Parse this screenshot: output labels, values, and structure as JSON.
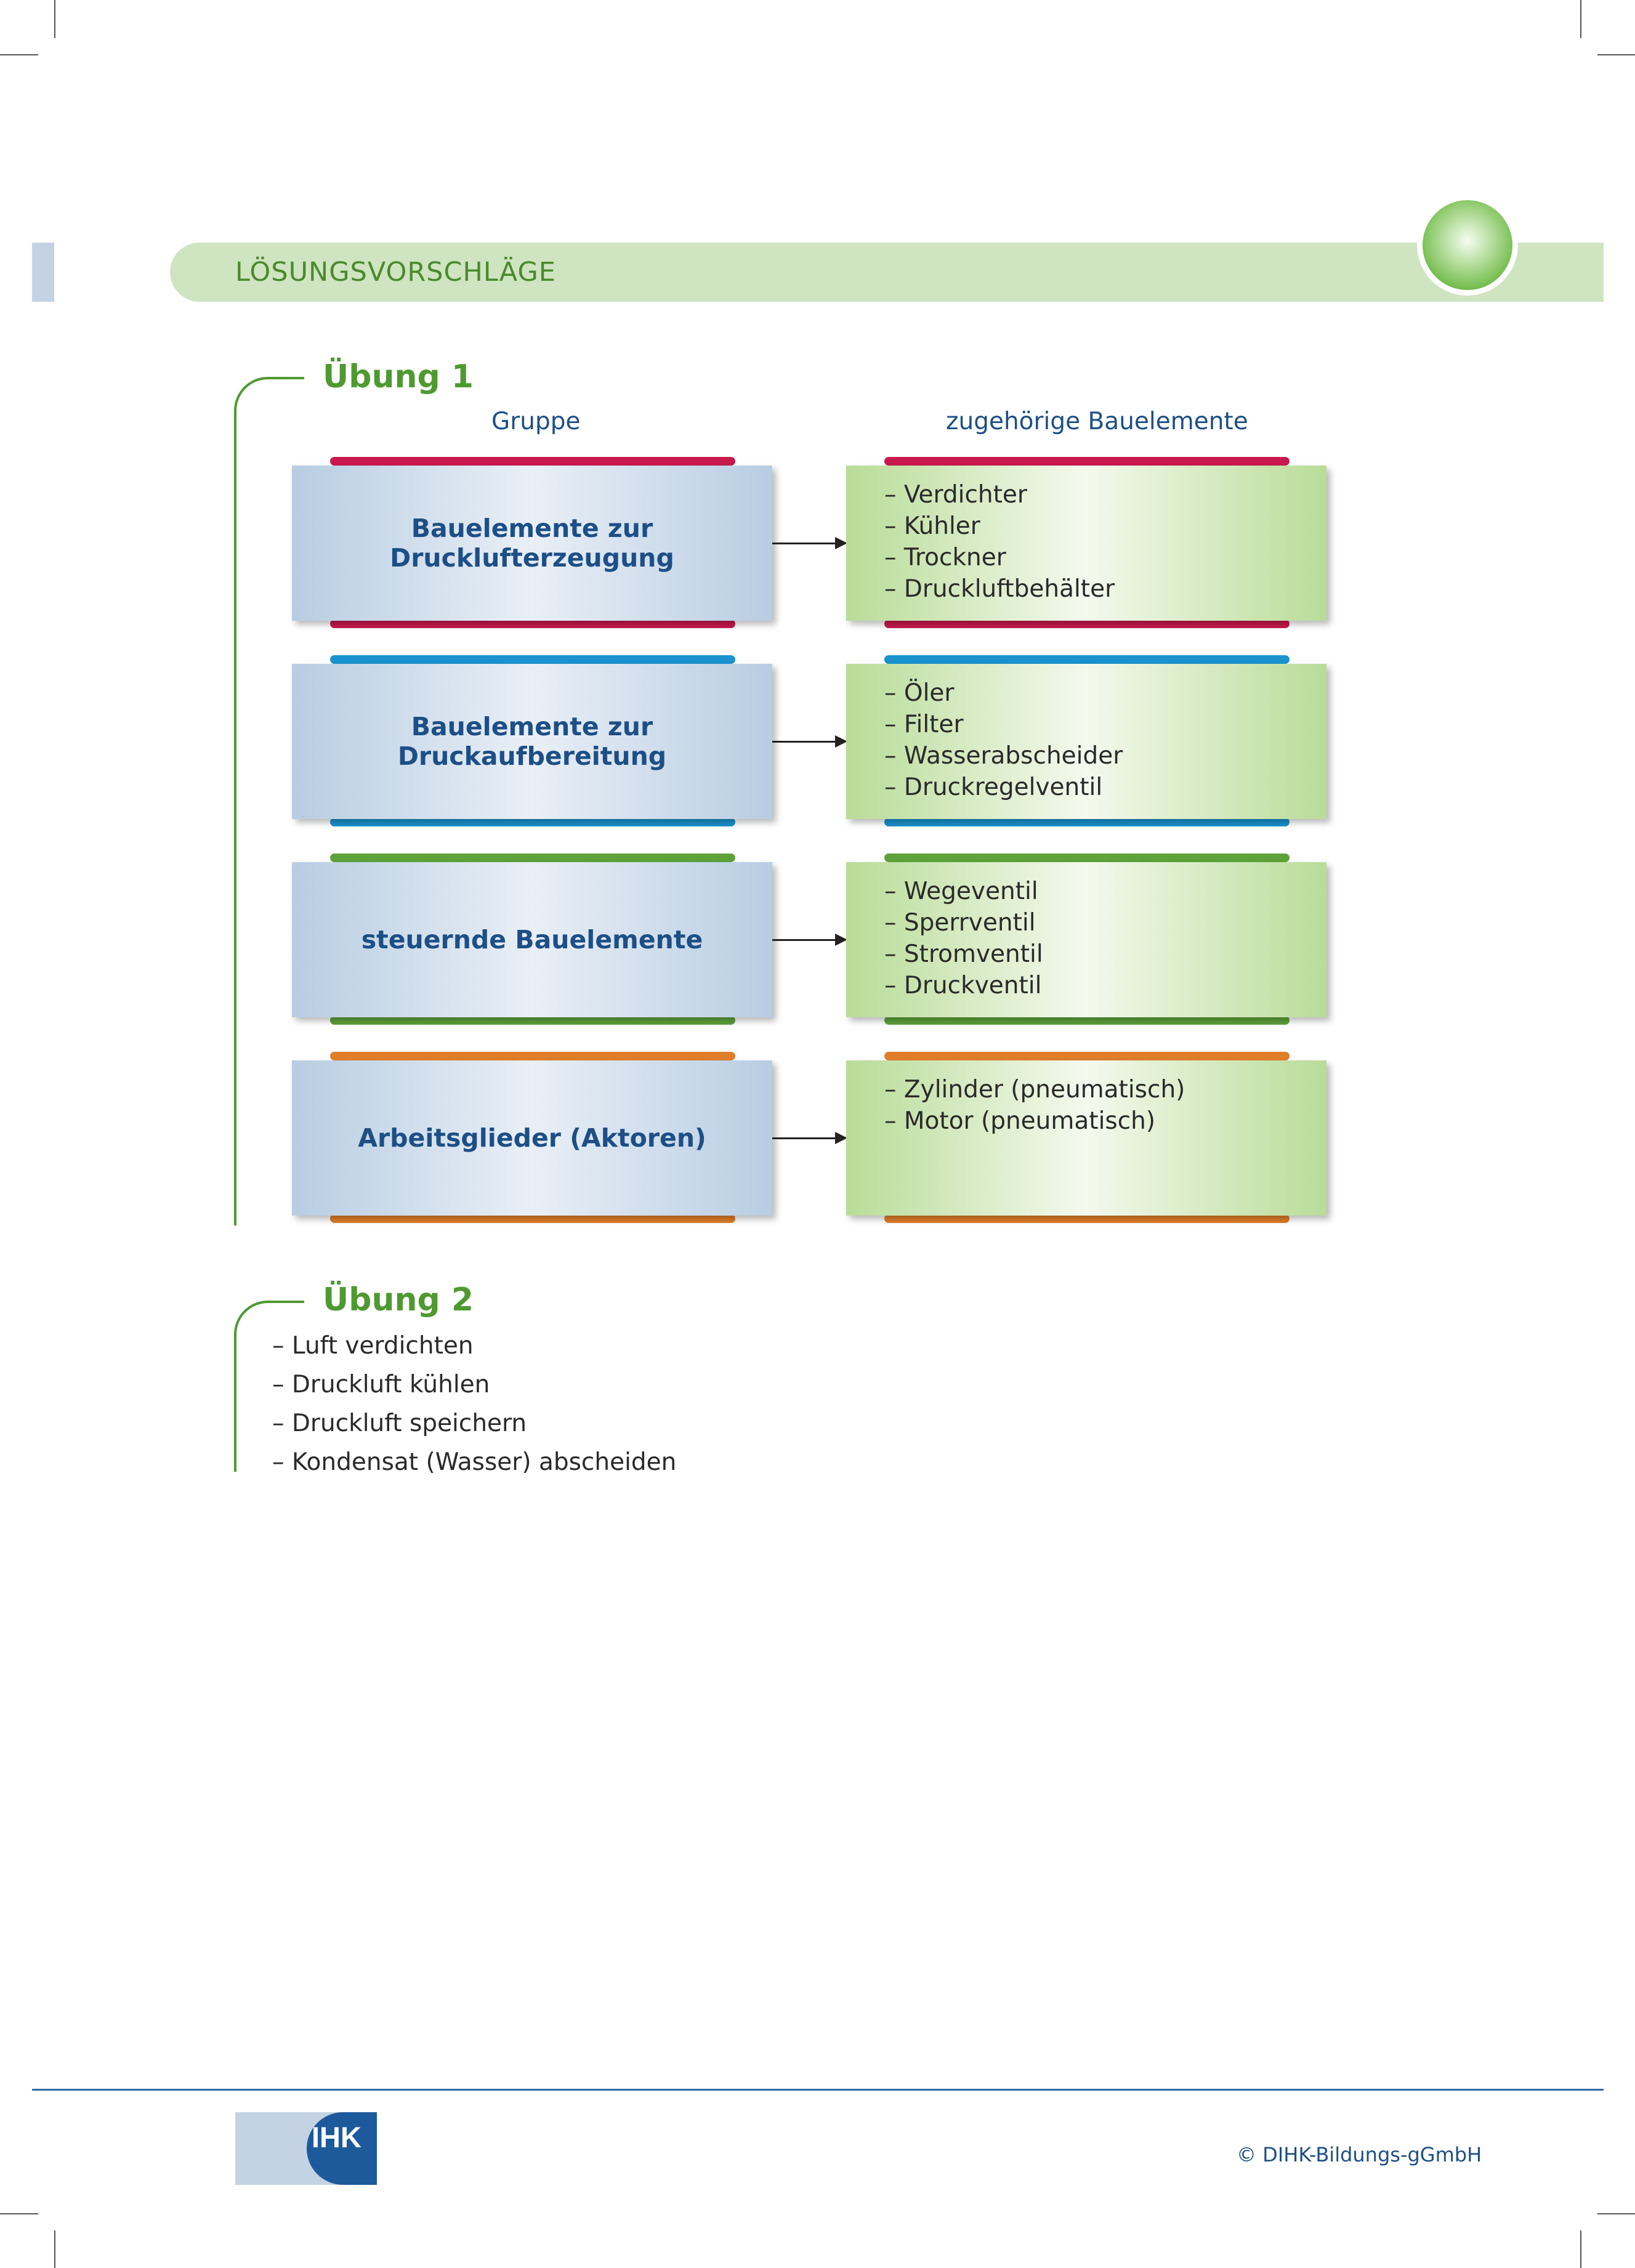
{
  "header": {
    "title": "LÖSUNGSVORSCHLÄGE"
  },
  "exercise1": {
    "title": "Übung 1",
    "col_group": "Gruppe",
    "col_elements": "zugehörige Bauelemente",
    "rows": [
      {
        "group": "Bauelemente zur Drucklufterzeugung",
        "color": "#c8194d",
        "items": [
          "– Verdichter",
          "– Kühler",
          "– Trockner",
          "– Druckluftbehälter"
        ]
      },
      {
        "group": "Bauelemente zur Druckaufbereitung",
        "color": "#1a93cf",
        "items": [
          "– Öler",
          "– Filter",
          "– Wasserabscheider",
          "– Druckregelventil"
        ]
      },
      {
        "group": "steuernde Bauelemente",
        "color": "#5ea23a",
        "items": [
          "– Wegeventil",
          "– Sperrventil",
          "– Stromventil",
          "– Druckventil"
        ]
      },
      {
        "group": "Arbeitsglieder (Aktoren)",
        "color": "#e07e2a",
        "items": [
          "– Zylinder (pneumatisch)",
          "– Motor (pneumatisch)"
        ]
      }
    ]
  },
  "exercise2": {
    "title": "Übung 2",
    "items": [
      "– Luft verdichten",
      "– Druckluft kühlen",
      "– Druckluft speichern",
      "– Kondensat (Wasser) abscheiden"
    ]
  },
  "footer": {
    "logo": "IHK",
    "copyright": "© DIHK-Bildungs-gGmbH"
  }
}
